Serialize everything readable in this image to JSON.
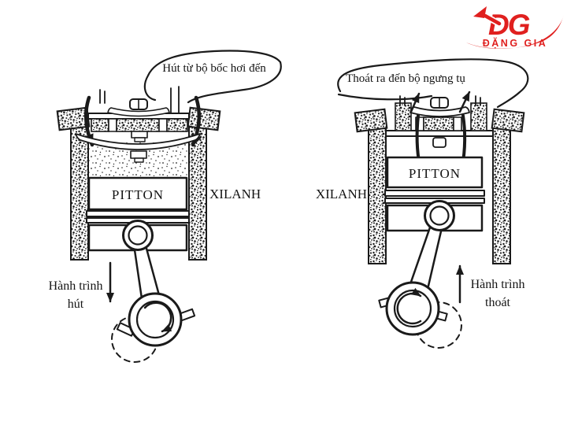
{
  "canvas": {
    "background": "#ffffff",
    "ink": "#1a1a1a"
  },
  "logo": {
    "initials": "DG",
    "name": "ĐẶNG GIA",
    "color": "#e0201f"
  },
  "left_diagram": {
    "id": "intake-stroke",
    "pipe_label": "Hút từ bộ bốc hơi đến",
    "piston_label": "PITTON",
    "cylinder_label": "XILANH",
    "stroke_label_line1": "Hành trình",
    "stroke_label_line2": "hút"
  },
  "right_diagram": {
    "id": "exhaust-stroke",
    "pipe_label": "Thoát ra đến bộ ngưng tụ",
    "piston_label": "PITTON",
    "cylinder_label": "XILANH",
    "stroke_label_line1": "Hành trình",
    "stroke_label_line2": "thoát"
  }
}
